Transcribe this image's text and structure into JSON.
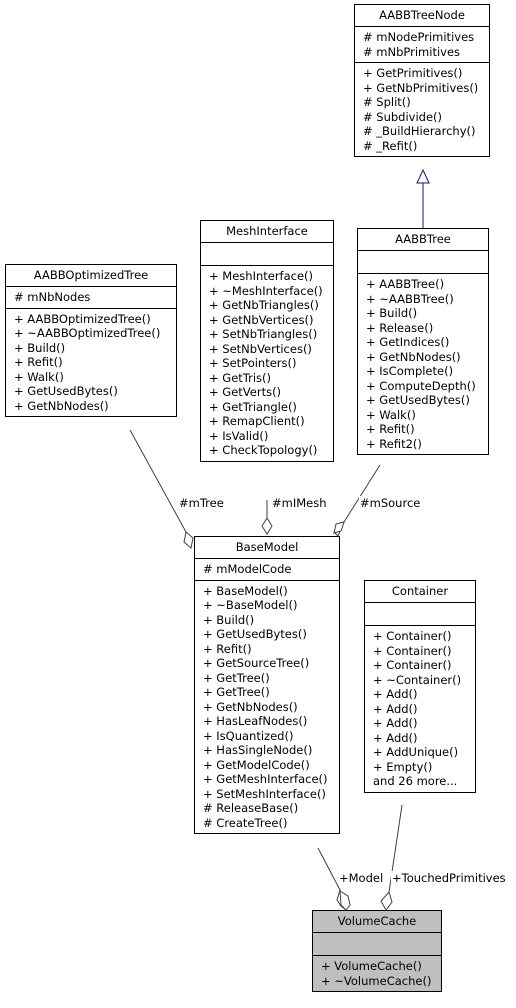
{
  "classes": {
    "aabb_tree_node": {
      "name": "AABBTreeNode",
      "attributes": [
        "# mNodePrimitives",
        "# mNbPrimitives"
      ],
      "methods": [
        "+ GetPrimitives()",
        "+ GetNbPrimitives()",
        "# Split()",
        "# Subdivide()",
        "# _BuildHierarchy()",
        "# _Refit()"
      ]
    },
    "mesh_interface": {
      "name": "MeshInterface",
      "attributes": [],
      "methods": [
        "+ MeshInterface()",
        "+ ~MeshInterface()",
        "+ GetNbTriangles()",
        "+ GetNbVertices()",
        "+ SetNbTriangles()",
        "+ SetNbVertices()",
        "+ SetPointers()",
        "+ GetTris()",
        "+ GetVerts()",
        "+ GetTriangle()",
        "+ RemapClient()",
        "+ IsValid()",
        "+ CheckTopology()"
      ]
    },
    "aabb_tree": {
      "name": "AABBTree",
      "attributes": [],
      "methods": [
        "+ AABBTree()",
        "+ ~AABBTree()",
        "+ Build()",
        "+ Release()",
        "+ GetIndices()",
        "+ GetNbNodes()",
        "+ IsComplete()",
        "+ ComputeDepth()",
        "+ GetUsedBytes()",
        "+ Walk()",
        "+ Refit()",
        "+ Refit2()"
      ]
    },
    "aabb_optimized_tree": {
      "name": "AABBOptimizedTree",
      "attributes": [
        "# mNbNodes"
      ],
      "methods": [
        "+ AABBOptimizedTree()",
        "+ ~AABBOptimizedTree()",
        "+ Build()",
        "+ Refit()",
        "+ Walk()",
        "+ GetUsedBytes()",
        "+ GetNbNodes()"
      ]
    },
    "base_model": {
      "name": "BaseModel",
      "attributes": [
        "# mModelCode"
      ],
      "methods": [
        "+ BaseModel()",
        "+ ~BaseModel()",
        "+ Build()",
        "+ GetUsedBytes()",
        "+ Refit()",
        "+ GetSourceTree()",
        "+ GetTree()",
        "+ GetTree()",
        "+ GetNbNodes()",
        "+ HasLeafNodes()",
        "+ IsQuantized()",
        "+ HasSingleNode()",
        "+ GetModelCode()",
        "+ GetMeshInterface()",
        "+ SetMeshInterface()",
        "# ReleaseBase()",
        "# CreateTree()"
      ]
    },
    "container": {
      "name": "Container",
      "attributes": [],
      "methods": [
        "+ Container()",
        "+ Container()",
        "+ Container()",
        "+ ~Container()",
        "+ Add()",
        "+ Add()",
        "+ Add()",
        "+ Add()",
        "+ AddUnique()",
        "+ Empty()",
        "and 26 more..."
      ]
    },
    "volume_cache": {
      "name": "VolumeCache",
      "attributes": [],
      "methods": [
        "+ VolumeCache()",
        "+ ~VolumeCache()"
      ]
    }
  },
  "relations": {
    "m_tree": "#mTree",
    "m_i_mesh": "#mIMesh",
    "m_source": "#mSource",
    "model": "+Model",
    "touched_primitives": "+TouchedPrimitives"
  },
  "colors": {
    "inheritance_edge": "#191970",
    "line": "#404040",
    "highlight_fill": "#bfbfbf"
  }
}
